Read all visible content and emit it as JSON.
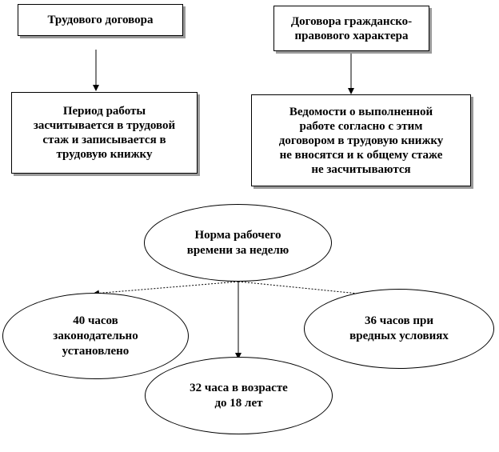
{
  "top_left_box": {
    "text": "Трудового договора"
  },
  "top_right_box": {
    "text": "Договора гражданско-\nправового характера"
  },
  "left_result_box": {
    "text": "Период работы\nзасчитывается в трудовой\nстаж  и записывается в\nтрудовую книжку"
  },
  "right_result_box": {
    "text": "Ведомости о выполненной\nработе согласно с этим\nдоговором в трудовую книжку\nне вносятся и к общему стаже\nне засчитываются"
  },
  "norm_ellipse": {
    "text": "Норма рабочего\nвремени за неделю"
  },
  "left_ellipse": {
    "text": "40 часов\nзаконодательно\nустановлено"
  },
  "right_ellipse": {
    "text": "36 часов при\nвредных условиях"
  },
  "bottom_ellipse": {
    "text": "32 часа в возрасте\nдо 18 лет"
  }
}
